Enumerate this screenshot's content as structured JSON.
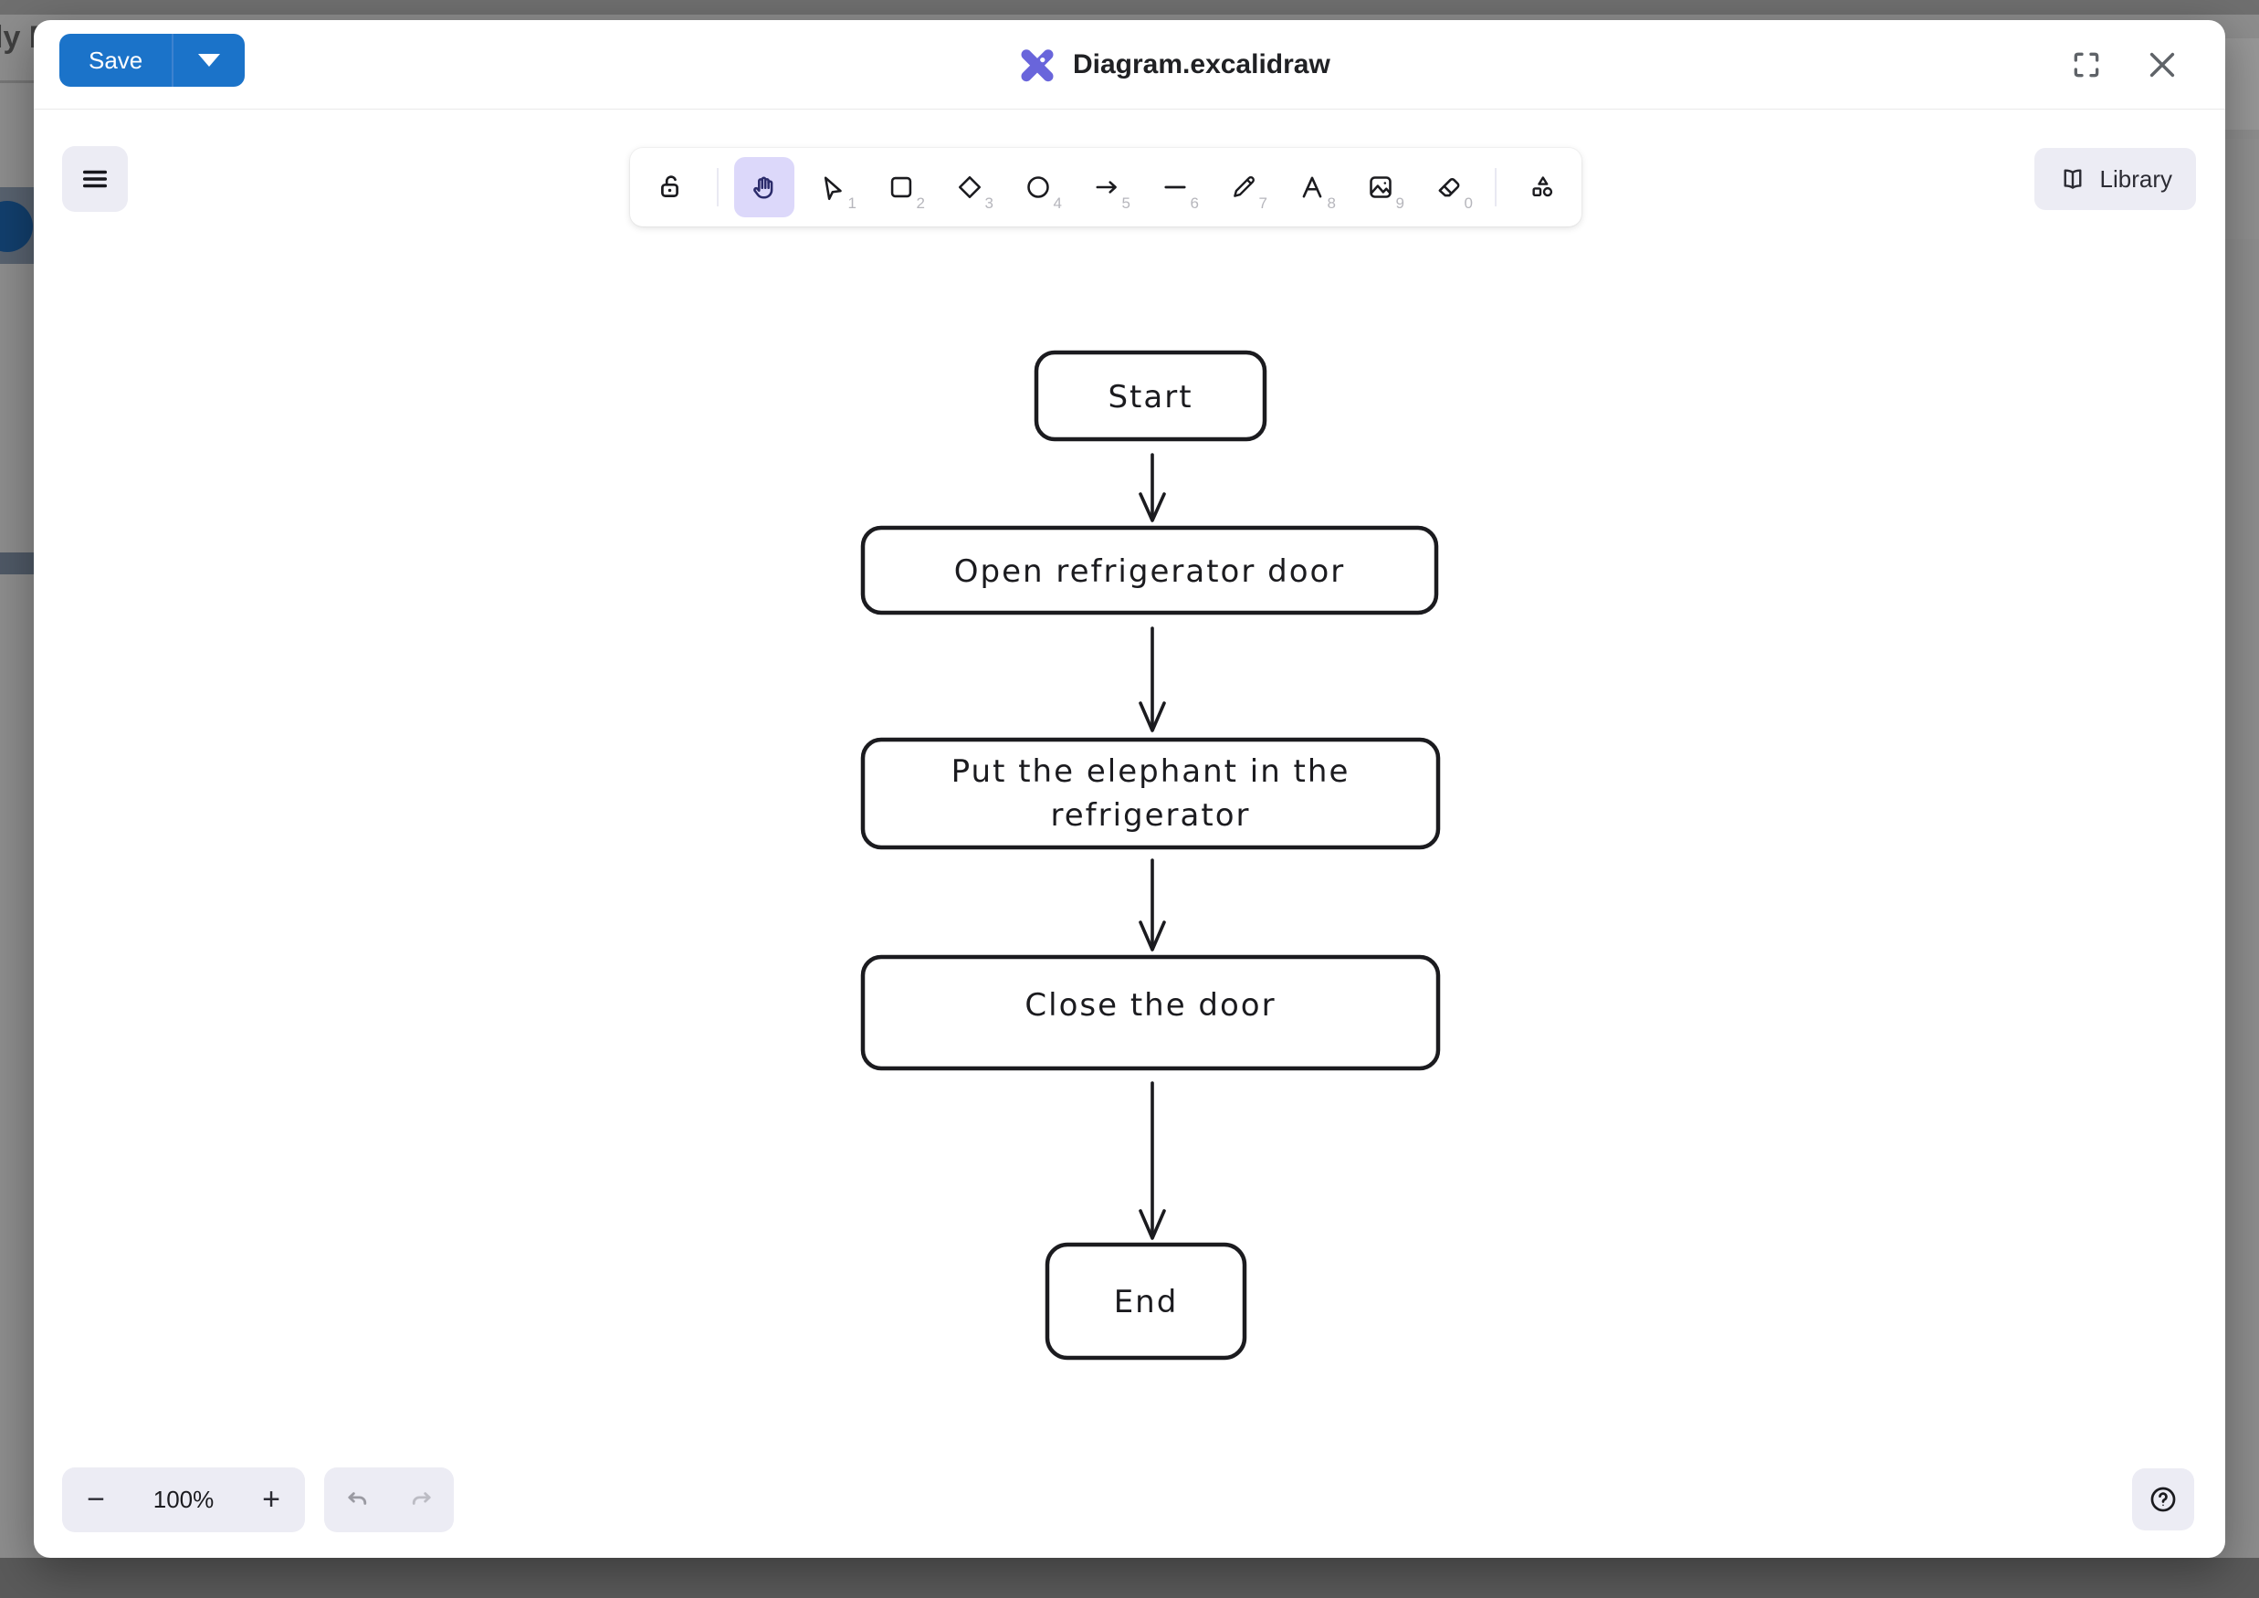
{
  "backdrop": {
    "partial_text": "ly F"
  },
  "modal": {
    "header": {
      "save_label": "Save",
      "title": "Diagram.excalidraw"
    },
    "toolbar": {
      "library_label": "Library",
      "tools": [
        {
          "name": "lock",
          "shortcut": "",
          "selected": false
        },
        {
          "name": "hand",
          "shortcut": "",
          "selected": true
        },
        {
          "name": "selection",
          "shortcut": "1",
          "selected": false
        },
        {
          "name": "rectangle",
          "shortcut": "2",
          "selected": false
        },
        {
          "name": "diamond",
          "shortcut": "3",
          "selected": false
        },
        {
          "name": "ellipse",
          "shortcut": "4",
          "selected": false
        },
        {
          "name": "arrow",
          "shortcut": "5",
          "selected": false
        },
        {
          "name": "line",
          "shortcut": "6",
          "selected": false
        },
        {
          "name": "draw",
          "shortcut": "7",
          "selected": false
        },
        {
          "name": "text",
          "shortcut": "8",
          "selected": false
        },
        {
          "name": "image",
          "shortcut": "9",
          "selected": false
        },
        {
          "name": "eraser",
          "shortcut": "0",
          "selected": false
        },
        {
          "name": "shapes",
          "shortcut": "",
          "selected": false
        }
      ]
    },
    "footer": {
      "zoom_out": "−",
      "zoom_level": "100%",
      "zoom_in": "+"
    }
  },
  "diagram": {
    "type": "flowchart",
    "nodes": [
      {
        "id": "start",
        "label": "Start"
      },
      {
        "id": "open",
        "label": "Open refrigerator door"
      },
      {
        "id": "put",
        "label": "Put the elephant in the refrigerator",
        "line1": "Put the elephant in the",
        "line2": "refrigerator"
      },
      {
        "id": "close",
        "label": "Close the door"
      },
      {
        "id": "end",
        "label": "End"
      }
    ],
    "edges": [
      {
        "from": "start",
        "to": "open"
      },
      {
        "from": "open",
        "to": "put"
      },
      {
        "from": "put",
        "to": "close"
      },
      {
        "from": "close",
        "to": "end"
      }
    ]
  },
  "colors": {
    "accent_blue": "#1b73c9",
    "logo_purple": "#6965db",
    "selected_tool_bg": "#dcd8fa",
    "selected_tool_icon": "#2b2b6b",
    "island_bg": "#ececf4",
    "stroke_dark": "#1b1b1f"
  }
}
